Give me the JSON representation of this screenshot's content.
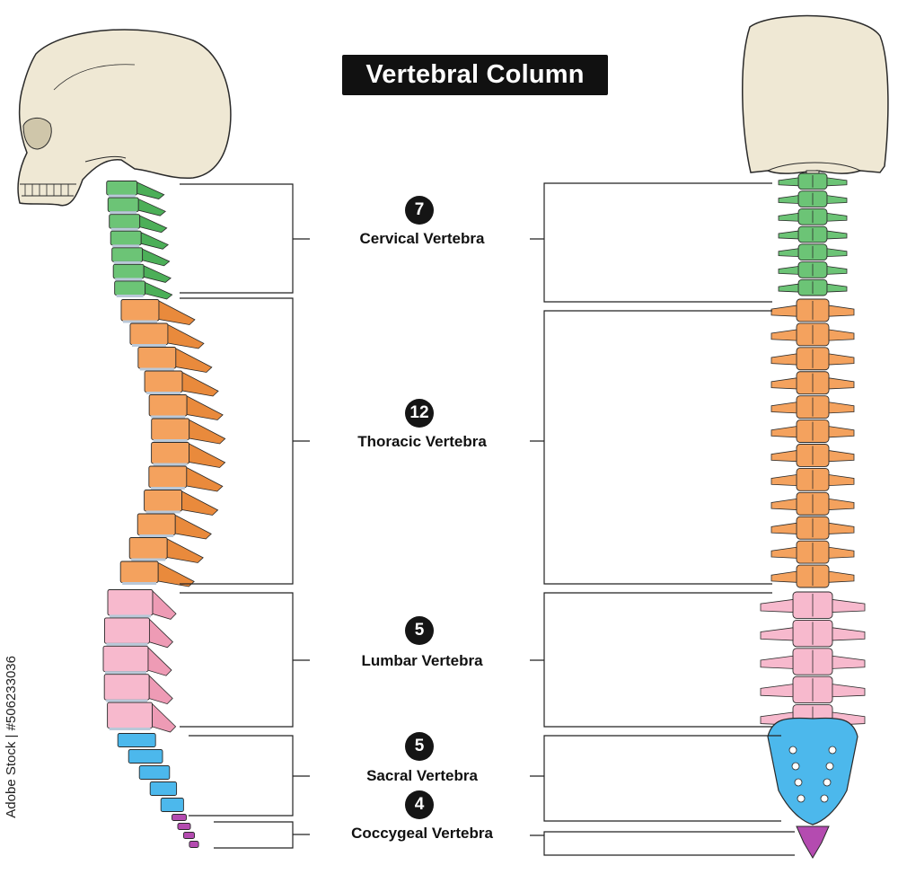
{
  "title": "Vertebral Column",
  "regions": [
    {
      "key": "cervical",
      "count": "7",
      "label": "Cervical Vertebra",
      "color": "#6cc476"
    },
    {
      "key": "thoracic",
      "count": "12",
      "label": "Thoracic Vertebra",
      "color": "#f4a25e"
    },
    {
      "key": "lumbar",
      "count": "5",
      "label": "Lumbar Vertebra",
      "color": "#f7b9cd"
    },
    {
      "key": "sacral",
      "count": "5",
      "label": "Sacral Vertebra",
      "color": "#4cb8ec"
    },
    {
      "key": "coccygeal",
      "count": "4",
      "label": "Coccygeal Vertebra",
      "color": "#b44bb0"
    }
  ],
  "colors": {
    "skull": "#efe8d4",
    "disc": "#b9c8d8",
    "outline": "#2a2a2a",
    "cervical_dark": "#4caf58",
    "thoracic_dark": "#e98a3c",
    "lumbar_dark": "#ee9bb5",
    "sacral_dark": "#2f9fdc"
  },
  "watermark": "Adobe Stock | #506233036"
}
